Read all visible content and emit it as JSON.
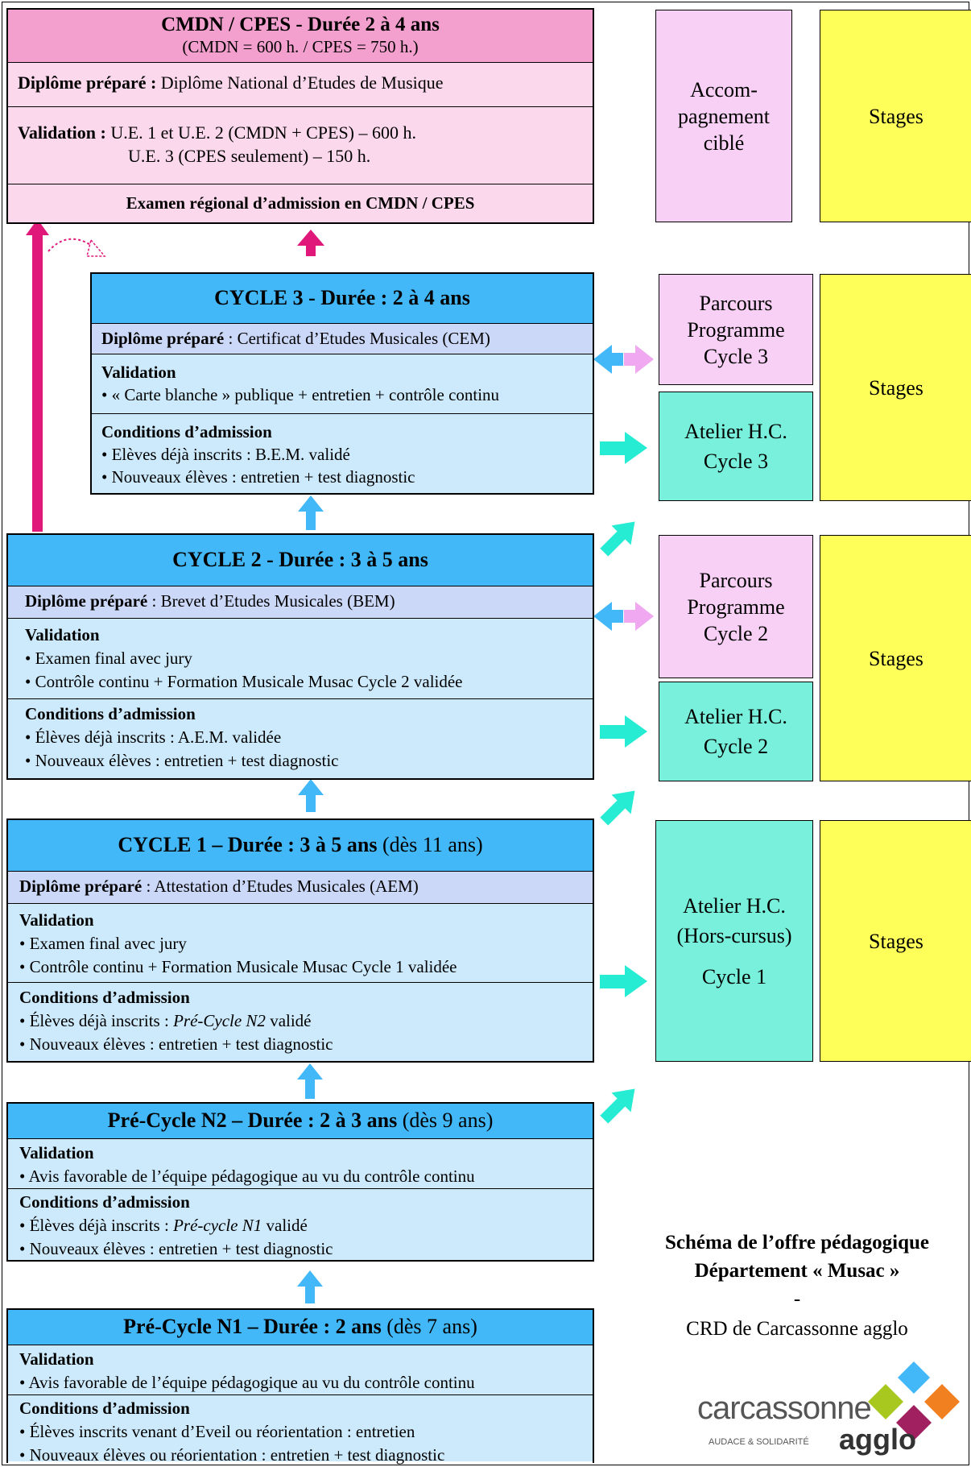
{
  "cmdn": {
    "title": "CMDN / CPES - Durée 2 à 4 ans",
    "subtitle": "(CMDN = 600 h. / CPES = 750 h.)",
    "diploma_label": "Diplôme préparé :",
    "diploma_value": "Diplôme National d’Etudes de Musique",
    "validation_label": "Validation :",
    "validation_line1": "U.E. 1 et U.E. 2 (CMDN + CPES) – 600 h.",
    "validation_line2": "U.E. 3 (CPES seulement) – 150 h.",
    "exam": "Examen régional d’admission en CMDN / CPES"
  },
  "cycle3": {
    "title": "CYCLE 3  - Durée : 2 à 4 ans",
    "diploma_label": "Diplôme préparé",
    "diploma_value": " : Certificat d’Etudes Musicales (CEM)",
    "validation_label": "Validation",
    "validation_items": [
      "• « Carte blanche » publique + entretien + contrôle continu"
    ],
    "admission_label": "Conditions d’admission",
    "admission_items": [
      "• Elèves déjà inscrits : B.E.M. validé",
      "• Nouveaux élèves : entretien + test diagnostic"
    ]
  },
  "cycle2": {
    "title": "CYCLE 2  - Durée : 3 à 5 ans",
    "diploma_label": "Diplôme préparé",
    "diploma_value": " : Brevet d’Etudes Musicales (BEM)",
    "validation_label": "Validation",
    "validation_items": [
      "• Examen final avec jury",
      "• Contrôle continu + Formation Musicale Musac Cycle 2 validée"
    ],
    "admission_label": "Conditions d’admission",
    "admission_items": [
      "• Élèves déjà inscrits : A.E.M. validée",
      "• Nouveaux élèves : entretien + test diagnostic"
    ]
  },
  "cycle1": {
    "title_bold": "CYCLE 1 – Durée : 3 à 5 ans",
    "title_extra": " (dès 11 ans)",
    "diploma_label": "Diplôme préparé",
    "diploma_value": " : Attestation d’Etudes Musicales (AEM)",
    "validation_label": "Validation",
    "validation_items": [
      "• Examen final avec jury",
      "• Contrôle continu + Formation Musicale Musac Cycle 1 validée"
    ],
    "admission_label": "Conditions d’admission",
    "admission_item1_prefix": "• Élèves déjà inscrits : ",
    "admission_item1_italic": "Pré-Cycle N2",
    "admission_item1_suffix": " validé",
    "admission_item2": "• Nouveaux élèves : entretien + test diagnostic"
  },
  "precycle_n2": {
    "title_bold": "Pré-Cycle N2 – Durée : 2 à 3 ans",
    "title_extra": " (dès 9 ans)",
    "validation_label": "Validation",
    "validation_items": [
      "• Avis favorable de l’équipe pédagogique au vu du contrôle continu"
    ],
    "admission_label": "Conditions d’admission",
    "admission_item1_prefix": "• Élèves déjà inscrits : ",
    "admission_item1_italic": "Pré-cycle N1",
    "admission_item1_suffix": " validé",
    "admission_item2": "• Nouveaux élèves : entretien + test diagnostic"
  },
  "precycle_n1": {
    "title_bold": "Pré-Cycle N1 – Durée : 2 ans",
    "title_extra": " (dès 7 ans)",
    "validation_label": "Validation",
    "validation_items": [
      "• Avis favorable de l’équipe pédagogique au vu du contrôle continu"
    ],
    "admission_label": "Conditions d’admission",
    "admission_items": [
      "• Élèves inscrits venant d’Eveil ou réorientation : entretien",
      "• Nouveaux élèves ou réorientation : entretien + test diagnostic"
    ]
  },
  "side": {
    "accompagnement": [
      "Accom-",
      "pagnement",
      "ciblé"
    ],
    "stages": "Stages",
    "parcours3": [
      "Parcours",
      "Programme",
      "Cycle 3"
    ],
    "atelier3": [
      "Atelier H.C.",
      "Cycle 3"
    ],
    "parcours2": [
      "Parcours",
      "Programme",
      "Cycle 2"
    ],
    "atelier2": [
      "Atelier H.C.",
      "Cycle 2"
    ],
    "atelier1": [
      "Atelier H.C.",
      "(Hors-cursus)",
      "",
      "Cycle 1"
    ]
  },
  "caption": {
    "line1": "Schéma de l’offre pédagogique",
    "line2": "Département « Musac »",
    "dash": "-",
    "line3": "CRD de Carcassonne agglo"
  },
  "logo": {
    "word1": "carcassonne",
    "tagline": "AUDACE & SOLIDARITÉ",
    "word2": "agglo"
  },
  "colors": {
    "cmdn_header": "#f4a0cf",
    "cmdn_rows": "#fcd8ec",
    "cycle_header": "#42b8f8",
    "diploma_row": "#ccd8f8",
    "cycle_body": "#cdeafc",
    "accent_pink": "#e0187a",
    "accent_blue": "#42b8f8",
    "accent_teal": "#26ecd4"
  }
}
